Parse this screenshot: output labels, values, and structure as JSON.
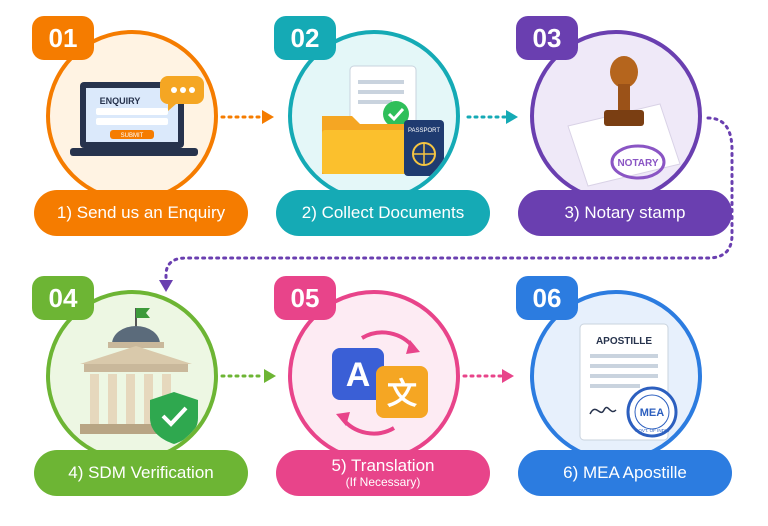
{
  "steps": [
    {
      "number": "01",
      "label": "1) Send us an Enquiry",
      "sub": "",
      "color": "#f57c00",
      "bg": "#fff3e3",
      "illus": {
        "screen_title": "ENQUIRY",
        "button": "SUBMIT"
      }
    },
    {
      "number": "02",
      "label": "2) Collect Documents",
      "sub": "",
      "color": "#15aab5",
      "bg": "#e4f7f8",
      "illus": {
        "passport": "PASSPORT"
      }
    },
    {
      "number": "03",
      "label": "3) Notary stamp",
      "sub": "",
      "color": "#6a3fb0",
      "bg": "#efe9f8",
      "illus": {
        "stamp": "NOTARY"
      }
    },
    {
      "number": "04",
      "label": "4) SDM Verification",
      "sub": "",
      "color": "#6db534",
      "bg": "#edf7e3",
      "illus": {}
    },
    {
      "number": "05",
      "label": "5) Translation",
      "sub": "(If Necessary)",
      "color": "#e8448a",
      "bg": "#fdebf3",
      "illus": {
        "a": "A",
        "b": "文"
      }
    },
    {
      "number": "06",
      "label": "6) MEA Apostille",
      "sub": "",
      "color": "#2c7ce0",
      "bg": "#e7f0fc",
      "illus": {
        "doc_title": "APOSTILLE",
        "seal": "MEA",
        "seal_ring": "GOVT. OF INDIA"
      }
    }
  ]
}
